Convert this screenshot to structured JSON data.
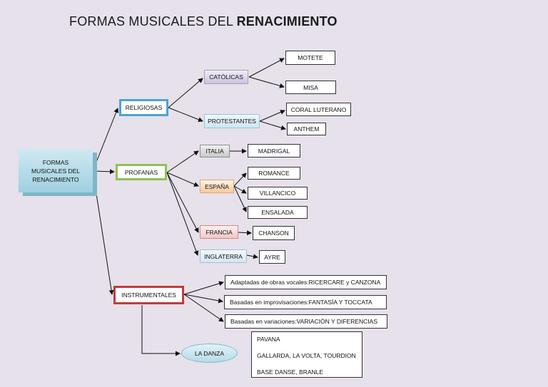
{
  "title": {
    "normal": "FORMAS MUSICALES DEL ",
    "bold": "RENACIMIENTO"
  },
  "root": "FORMAS MUSICALES DEL RENACIMIENTO",
  "categories": {
    "religiosas": "RELIGIOSAS",
    "profanas": "PROFANAS",
    "instrumentales": "INSTRUMENTALES"
  },
  "religiosas": {
    "catolicas": "CATÓLICAS",
    "protestantes": "PROTESTANTES",
    "motete": "MOTETE",
    "misa": "MISA",
    "coral": "CORAL LUTERANO",
    "anthem": "ANTHEM"
  },
  "profanas": {
    "italia": "ITALIA",
    "madrigal": "MADRIGAL",
    "espana": "ESPAÑA",
    "romance": "ROMANCE",
    "villancico": "VILLANCICO",
    "ensalada": "ENSALADA",
    "francia": "FRANCIA",
    "chanson": "CHANSON",
    "inglaterra": "INGLATERRA",
    "ayre": "AYRE"
  },
  "instrumentales": {
    "vocales_label": "Adaptadas de obras vocales: ",
    "vocales_value": "RICERCARE y CANZONA",
    "improv_label": "Basadas en improvisaciones: ",
    "improv_value": "FANTASÍA Y TOCCATA",
    "variac_label": "Basadas en variaciones: ",
    "variac_value": "VARIACIÓN Y DIFERENCIAS",
    "danza": "LA DANZA",
    "danza_items": [
      "PAVANA",
      "GALLARDA, LA VOLTA, TOURDION",
      "BASE DANSE, BRANLE"
    ]
  },
  "colors": {
    "religiosas_border": "#4aa5d2",
    "profanas_border": "#8cc352",
    "instrumentales_border": "#c23b3b",
    "root_fill": "#9fd0e0"
  }
}
